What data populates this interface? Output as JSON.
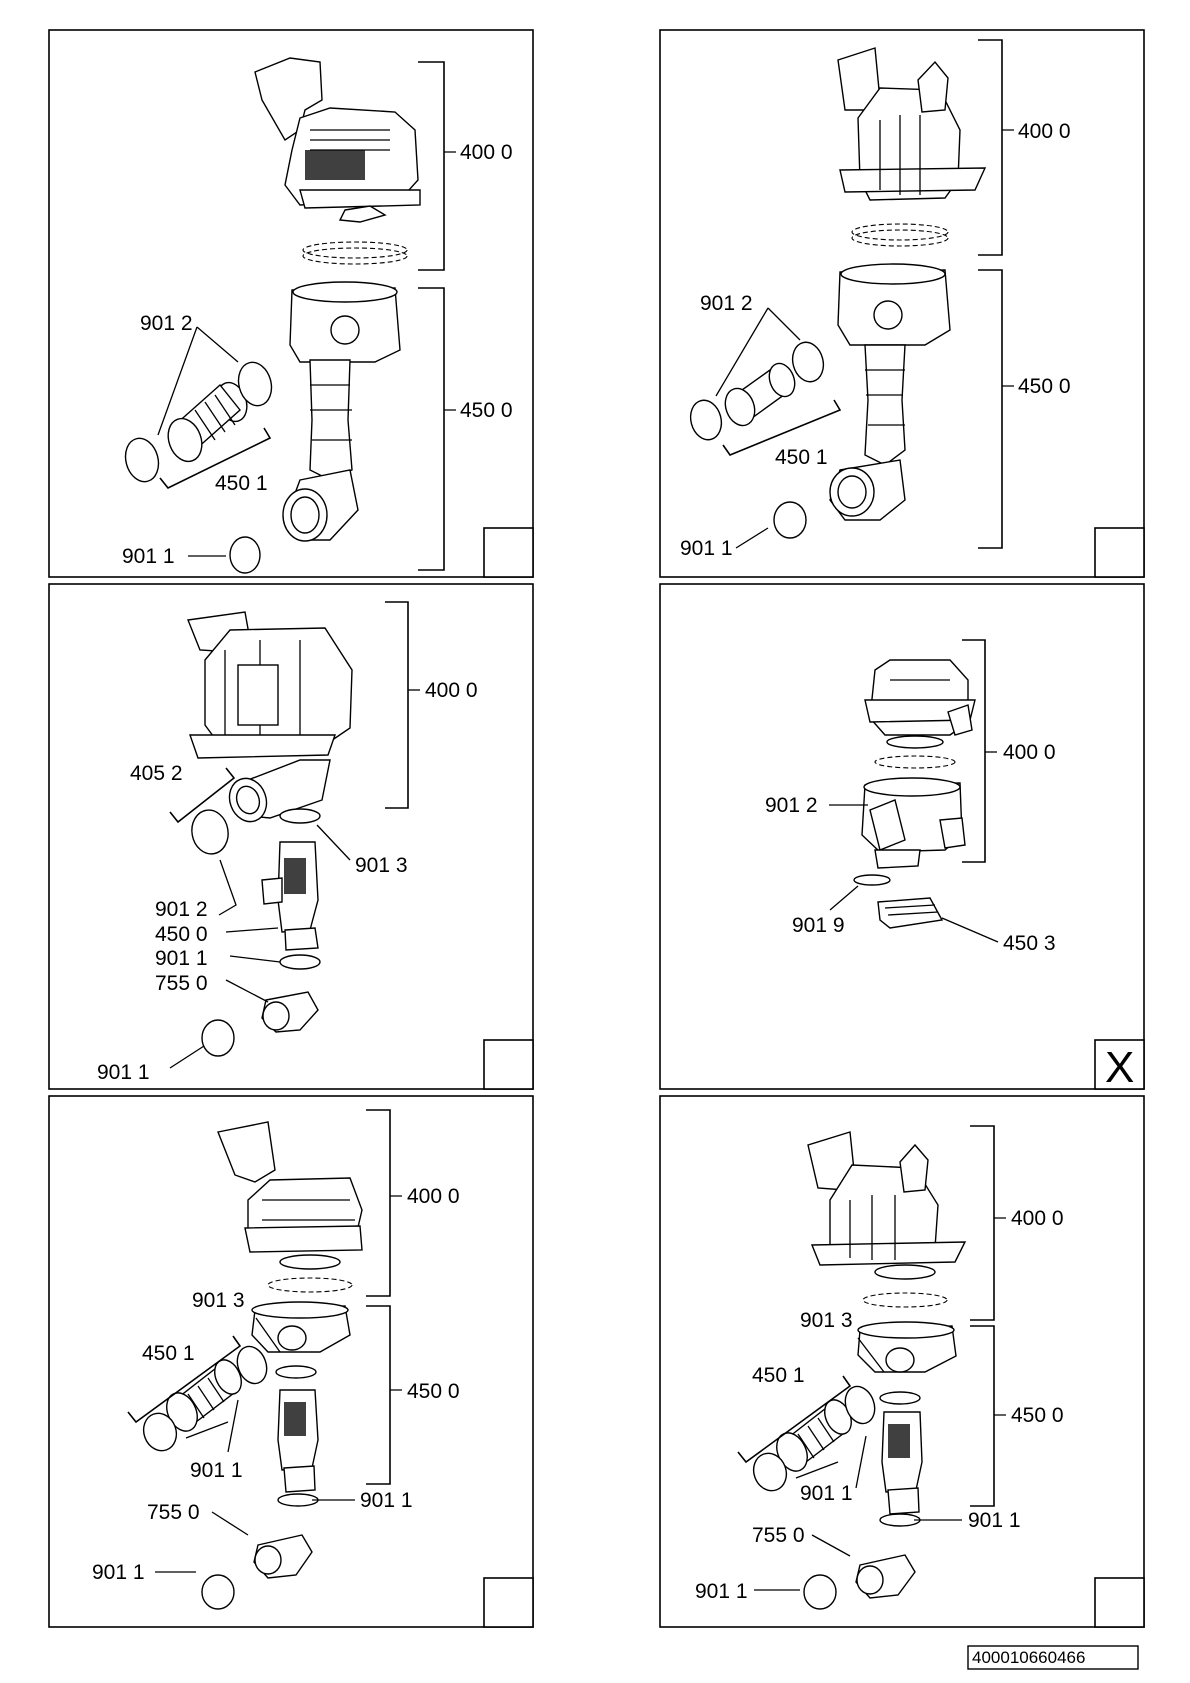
{
  "panels": [
    {
      "id": "p1",
      "labels": {
        "a": "400 0",
        "b": "450 0",
        "c": "901 2",
        "d": "450 1",
        "e": "901 1"
      },
      "corner_mark": ""
    },
    {
      "id": "p2",
      "labels": {
        "a": "400 0",
        "b": "450 0",
        "c": "901 2",
        "d": "450 1",
        "e": "901 1"
      },
      "corner_mark": ""
    },
    {
      "id": "p3",
      "labels": {
        "a": "400 0",
        "b": "405 2",
        "c": "901 3",
        "d": "901 2",
        "e": "450 0",
        "f": "901 1",
        "g": "755 0",
        "h": "901 1"
      },
      "corner_mark": ""
    },
    {
      "id": "p4",
      "labels": {
        "a": "400 0",
        "b": "901 2",
        "c": "901 9",
        "d": "450 3"
      },
      "corner_mark": "X"
    },
    {
      "id": "p5",
      "labels": {
        "a": "400 0",
        "b": "901 3",
        "c": "450 1",
        "d": "450 0",
        "e": "901 1",
        "f": "901 1",
        "g": "755 0",
        "h": "901 1"
      },
      "corner_mark": ""
    },
    {
      "id": "p6",
      "labels": {
        "a": "400 0",
        "b": "901 3",
        "c": "450 1",
        "d": "450 0",
        "e": "901 1",
        "f": "901 1",
        "g": "755 0",
        "h": "901 1"
      },
      "corner_mark": ""
    }
  ],
  "document_number": "400010660466"
}
